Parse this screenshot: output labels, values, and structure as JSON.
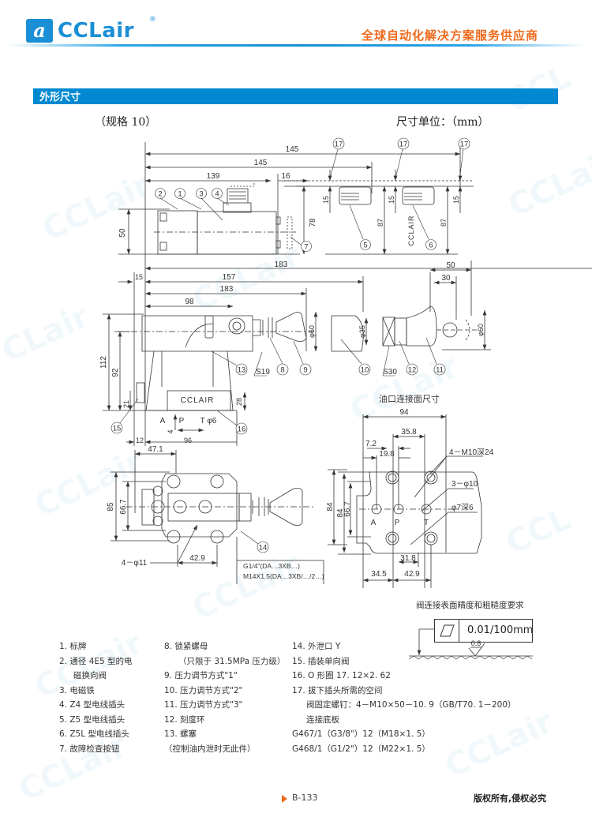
{
  "header": {
    "brand": "CCLair",
    "logo_glyph": "a",
    "registered": "®",
    "slogan": "全球自动化解决方案服务供应商",
    "brand_color": "#1a8fd6",
    "slogan_color": "#ee6a1a"
  },
  "section": {
    "title": "外形尺寸",
    "bar_color": "#0088d1",
    "spec": "（规格 10）",
    "unit": "尺寸单位：（mm）"
  },
  "drawing": {
    "top_view": {
      "dims": [
        "145",
        "145",
        "139",
        "16",
        "50",
        "78",
        "15",
        "87",
        "15",
        "87",
        "15",
        "183"
      ],
      "callouts": [
        "2",
        "1",
        "3",
        "4",
        "7",
        "5",
        "6",
        "17",
        "17",
        "17"
      ],
      "connector_label": "CCLAIR"
    },
    "side_view": {
      "dims": [
        "15",
        "157",
        "183",
        "98",
        "112",
        "92",
        "21",
        "28",
        "4",
        "96",
        "12",
        "φ60",
        "φ35",
        "50",
        "30",
        "φ60"
      ],
      "port_labels": [
        "A",
        "P",
        "T",
        "φ6"
      ],
      "body_label": "CCLAIR",
      "callouts": [
        "13",
        "S19",
        "8",
        "9",
        "10",
        "S30",
        "12",
        "11",
        "15",
        "16"
      ]
    },
    "plan_view": {
      "dims": [
        "47.1",
        "85",
        "66.7",
        "4-φ11",
        "42.9",
        "84"
      ],
      "callouts": [
        "14"
      ],
      "port_note": [
        "G1/4\"(DA…3XB…)",
        "M14X1.5(DA…3XB/…/2…)"
      ]
    },
    "mounting_face": {
      "title": "油口连接面尺寸",
      "dims": [
        "94",
        "35.8",
        "7.2",
        "19.8",
        "84",
        "66.7",
        "31.8",
        "34.5",
        "42.9"
      ],
      "notes": [
        "4-M10深24",
        "3-φ10",
        "φ7深6"
      ],
      "port_labels": [
        "A",
        "P",
        "T"
      ]
    }
  },
  "legend": {
    "col1": [
      "1. 标牌",
      "2. 通径 4E5 型的电",
      "磁换向阀",
      "3. 电磁铁",
      "4. Z4 型电线插头",
      "5. Z5 型电线插头",
      "6. Z5L 型电线插头",
      "7. 故障检查按钮"
    ],
    "col2": [
      "8. 锁紧螺母",
      "（只限于 31.5MPa 压力级）",
      "9. 压力调节方式\"1\"",
      "10. 压力调节方式\"2\"",
      "11. 压力调节方式\"3\"",
      "12. 刻度环",
      "13. 螺塞",
      "（控制油内泄时无此件）"
    ],
    "col3": [
      "14. 外泄口 Y",
      "15. 插装单向阀",
      "16. O 形圈 17. 12×2. 62",
      "17. 拔下插头所需的空间",
      "阀固定螺钉：4－M10×50－10. 9（GB/T70. 1－200）",
      "连接底板",
      "G467/1（G3/8\"）12（M18×1. 5）",
      "G468/1（G1/2\"）12（M22×1. 5）"
    ]
  },
  "flatness": {
    "title": "阀连接表面精度和粗糙度要求",
    "tolerance": "0.01/100mm",
    "roughness": "0.8"
  },
  "footer": {
    "page": "B-133",
    "copyright": "版权所有,侵权必究"
  }
}
